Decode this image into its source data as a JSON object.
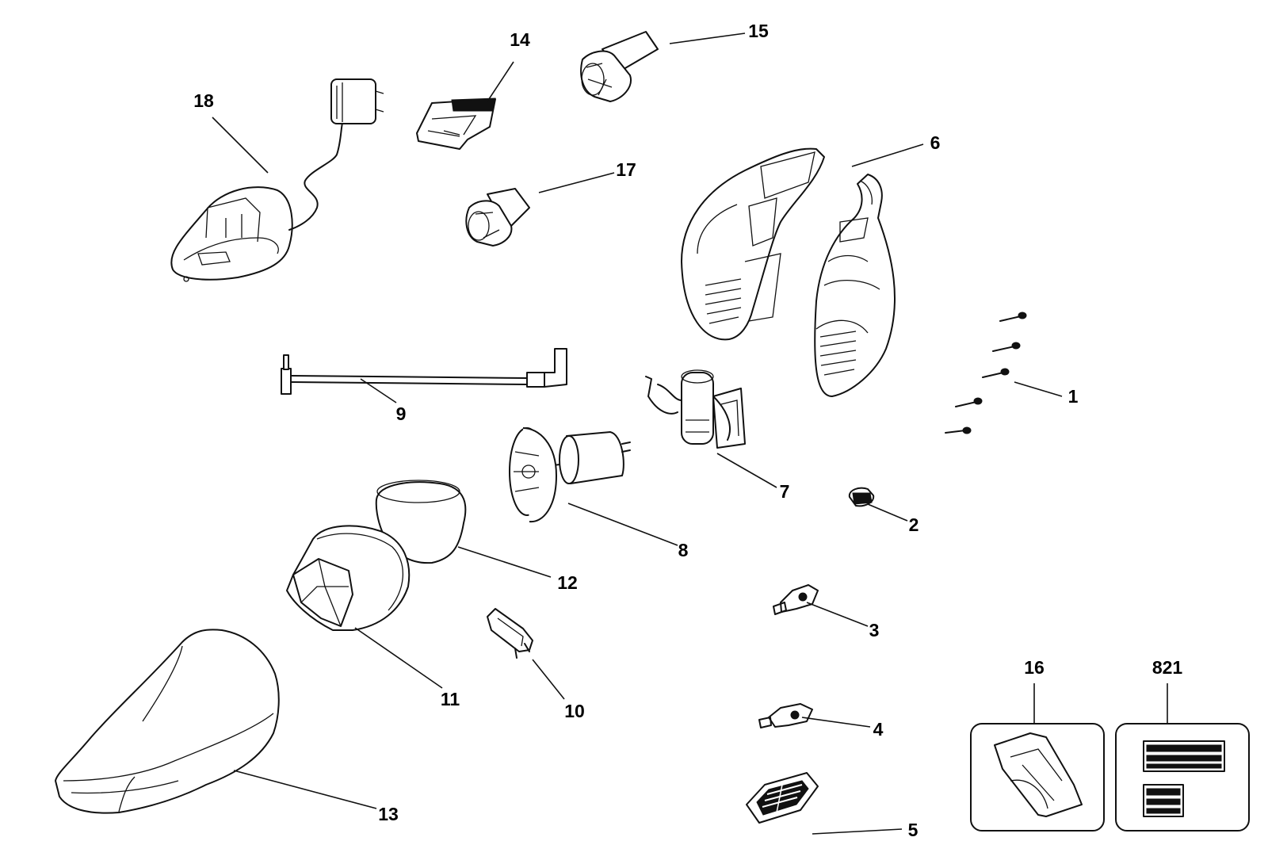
{
  "callouts": [
    {
      "id": "1",
      "label": "1"
    },
    {
      "id": "2",
      "label": "2"
    },
    {
      "id": "3",
      "label": "3"
    },
    {
      "id": "4",
      "label": "4"
    },
    {
      "id": "5",
      "label": "5"
    },
    {
      "id": "6",
      "label": "6"
    },
    {
      "id": "7",
      "label": "7"
    },
    {
      "id": "8",
      "label": "8"
    },
    {
      "id": "9",
      "label": "9"
    },
    {
      "id": "10",
      "label": "10"
    },
    {
      "id": "11",
      "label": "11"
    },
    {
      "id": "12",
      "label": "12"
    },
    {
      "id": "13",
      "label": "13"
    },
    {
      "id": "14",
      "label": "14"
    },
    {
      "id": "15",
      "label": "15"
    },
    {
      "id": "16",
      "label": "16"
    },
    {
      "id": "17",
      "label": "17"
    },
    {
      "id": "18",
      "label": "18"
    },
    {
      "id": "821",
      "label": "821"
    }
  ]
}
